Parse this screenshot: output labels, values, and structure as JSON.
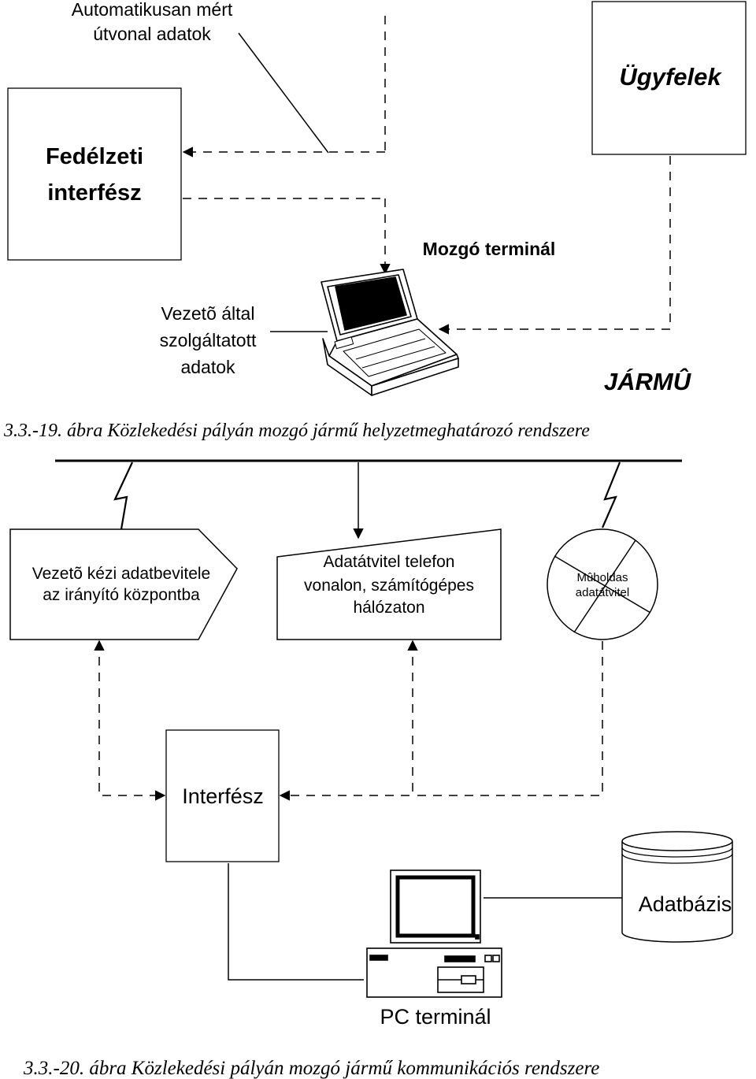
{
  "figure1": {
    "note_route_line1": "Automatikusan mért",
    "note_route_line2": "útvonal adatok",
    "onboard_line1": "Fedélzeti",
    "onboard_line2": "interfész",
    "customers": "Ügyfelek",
    "mobile_terminal": "Mozgó terminál",
    "driver_line1": "Vezetõ által",
    "driver_line2": "szolgáltatott",
    "driver_line3": "adatok",
    "vehicle": "JÁRMÛ",
    "caption": "3.3.-19. ábra Közlekedési pályán mozgó jármű helyzetmeghatározó rendszere"
  },
  "figure2": {
    "manual_line1": "Vezetõ kézi adatbevitele",
    "manual_line2": "az irányító központba",
    "phone_line1": "Adatátvitel telefon",
    "phone_line2": "vonalon, számítógépes",
    "phone_line3": "hálózaton",
    "sat_line1": "Mûholdas",
    "sat_line2": "adatátvitel",
    "interface": "Interfész",
    "database": "Adatbázis",
    "pc_terminal": "PC terminál",
    "caption": "3.3.-20. ábra Közlekedési pályán mozgó jármű kommunikációs rendszere"
  }
}
